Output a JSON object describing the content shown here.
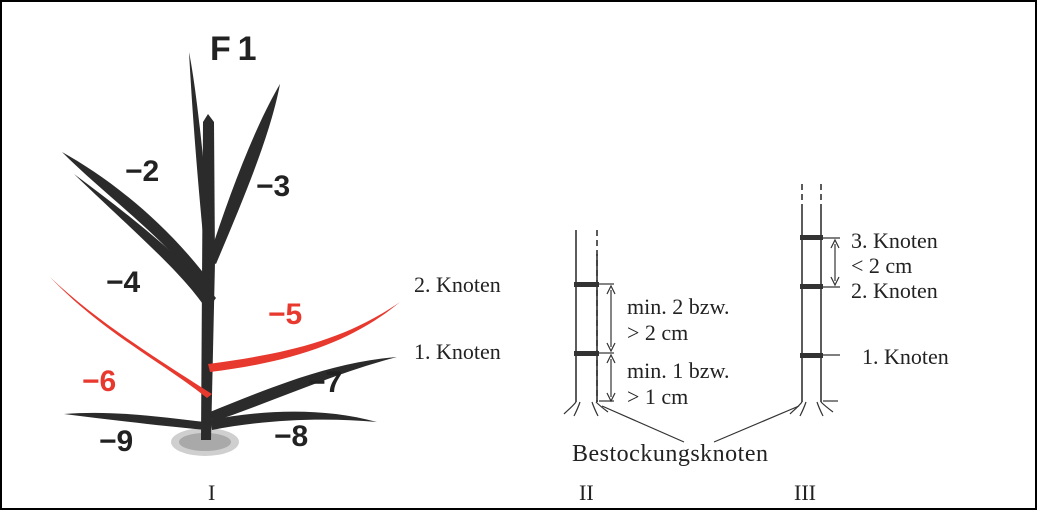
{
  "figure": {
    "title": "F 1",
    "leaves": {
      "l2": "−2",
      "l3": "−3",
      "l4": "−4",
      "l5": "−5",
      "l6": "−6",
      "l7": "−7",
      "l8": "−8",
      "l9": "−9"
    },
    "stage2": {
      "knot2": "2. Knoten",
      "knot1": "1. Knoten",
      "dist_upper_1": "min. 2 bzw.",
      "dist_upper_2": "> 2 cm",
      "dist_lower_1": "min. 1 bzw.",
      "dist_lower_2": "> 1 cm"
    },
    "stage3": {
      "knot3": "3. Knoten",
      "dist": "< 2 cm",
      "knot2": "2. Knoten",
      "knot1": "1. Knoten"
    },
    "tillering_node": "Bestockungsknoten",
    "roman": {
      "i": "I",
      "ii": "II",
      "iii": "III"
    },
    "colors": {
      "dark_leaf": "#2b2b2b",
      "red_leaf": "#e8392f"
    }
  }
}
